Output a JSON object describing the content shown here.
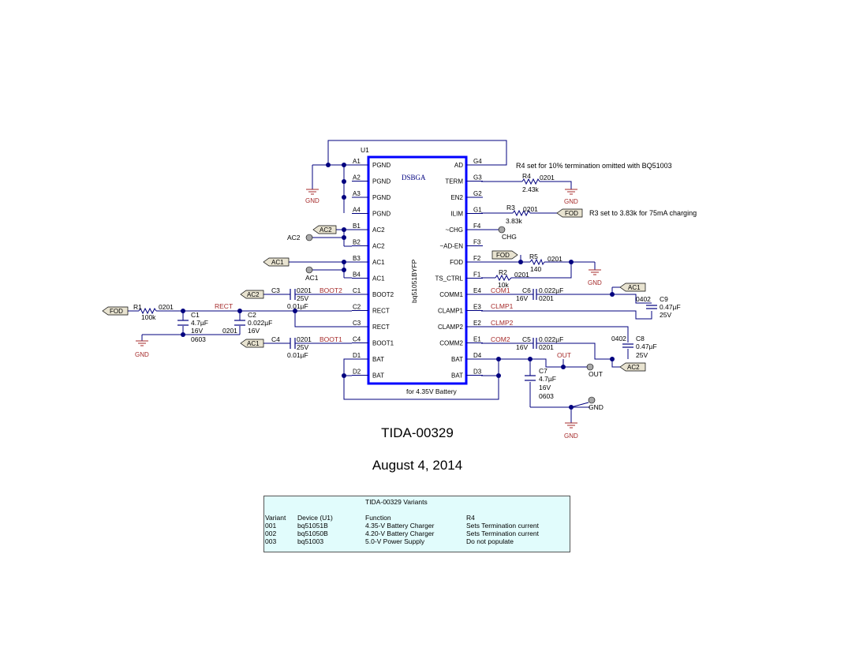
{
  "chip": {
    "ref": "U1",
    "package": "DSBGA",
    "part": "bq51051BYFP",
    "note": "for 4.35V Battery",
    "left_pins": [
      {
        "num": "A1",
        "name": "PGND"
      },
      {
        "num": "A2",
        "name": "PGND"
      },
      {
        "num": "A3",
        "name": "PGND"
      },
      {
        "num": "A4",
        "name": "PGND"
      },
      {
        "num": "B1",
        "name": "AC2"
      },
      {
        "num": "B2",
        "name": "AC2"
      },
      {
        "num": "B3",
        "name": "AC1"
      },
      {
        "num": "B4",
        "name": "AC1"
      },
      {
        "num": "C1",
        "name": "BOOT2"
      },
      {
        "num": "C2",
        "name": "RECT"
      },
      {
        "num": "C3",
        "name": "RECT"
      },
      {
        "num": "C4",
        "name": "BOOT1"
      },
      {
        "num": "D1",
        "name": "BAT"
      },
      {
        "num": "D2",
        "name": "BAT"
      }
    ],
    "right_pins": [
      {
        "num": "G4",
        "name": "AD"
      },
      {
        "num": "G3",
        "name": "TERM"
      },
      {
        "num": "G2",
        "name": "EN2"
      },
      {
        "num": "G1",
        "name": "ILIM"
      },
      {
        "num": "F4",
        "name": "~CHG"
      },
      {
        "num": "F3",
        "name": "~AD-EN"
      },
      {
        "num": "F2",
        "name": "FOD"
      },
      {
        "num": "F1",
        "name": "TS_CTRL"
      },
      {
        "num": "E4",
        "name": "COMM1"
      },
      {
        "num": "E3",
        "name": "CLAMP1"
      },
      {
        "num": "E2",
        "name": "CLAMP2"
      },
      {
        "num": "E1",
        "name": "COMM2"
      },
      {
        "num": "D4",
        "name": "BAT"
      },
      {
        "num": "D3",
        "name": "BAT"
      }
    ]
  },
  "components": {
    "r1": {
      "ref": "R1",
      "pkg": "0201",
      "value": "100k"
    },
    "c1": {
      "ref": "C1",
      "value": "4.7µF",
      "voltage": "16V",
      "pkg": "0603"
    },
    "c2": {
      "ref": "C2",
      "value": "0.022µF",
      "voltage": "16V",
      "pkg": "0201"
    },
    "c3": {
      "ref": "C3",
      "pkg": "0201",
      "voltage": "25V",
      "value": "0.01µF"
    },
    "c4": {
      "ref": "C4",
      "pkg": "0201",
      "voltage": "25V",
      "value": "0.01µF"
    },
    "r4": {
      "ref": "R4",
      "pkg": "0201",
      "value": "2.43k"
    },
    "r3": {
      "ref": "R3",
      "pkg": "0201",
      "value": "3.83k"
    },
    "r5": {
      "ref": "R5",
      "pkg": "0201",
      "value": "140"
    },
    "r2": {
      "ref": "R2",
      "pkg": "0201",
      "value": "10k"
    },
    "c6": {
      "ref": "C6",
      "value": "0.022µF",
      "voltage": "16V",
      "pkg": "0201"
    },
    "c5": {
      "ref": "C5",
      "value": "0.022µF",
      "voltage": "16V",
      "pkg": "0201"
    },
    "c9": {
      "ref": "C9",
      "pkg": "0402",
      "value": "0.47µF",
      "voltage": "25V"
    },
    "c8": {
      "ref": "C8",
      "pkg": "0402",
      "value": "0.47µF",
      "voltage": "25V"
    },
    "c7": {
      "ref": "C7",
      "value": "4.7µF",
      "voltage": "16V",
      "pkg": "0603"
    }
  },
  "nets": {
    "gnd": "GND",
    "rect": "RECT",
    "boot2": "BOOT2",
    "boot1": "BOOT1",
    "com1": "COM1",
    "clmp1": "CLMP1",
    "clmp2": "CLMP2",
    "com2": "COM2",
    "out": "OUT",
    "chg": "CHG",
    "ac1": "AC1",
    "ac2": "AC2",
    "fod": "FOD"
  },
  "notes": {
    "r4_note": "R4 set for 10% termination omitted with BQ51003",
    "r3_note": "R3 set to 3.83k for 75mA charging"
  },
  "title": "TIDA-00329",
  "date": "August 4, 2014",
  "variants": {
    "title": "TIDA-00329 Variants",
    "headers": [
      "Variant",
      "Device (U1)",
      "Function",
      "R4"
    ],
    "rows": [
      [
        "001",
        "bq51051B",
        "4.35-V Battery Charger",
        "Sets Termination current"
      ],
      [
        "002",
        "bq51050B",
        "4.20-V Battery Charger",
        "Sets Termination current"
      ],
      [
        "003",
        "bq51003",
        "5.0-V Power Supply",
        "Do not populate"
      ]
    ]
  }
}
